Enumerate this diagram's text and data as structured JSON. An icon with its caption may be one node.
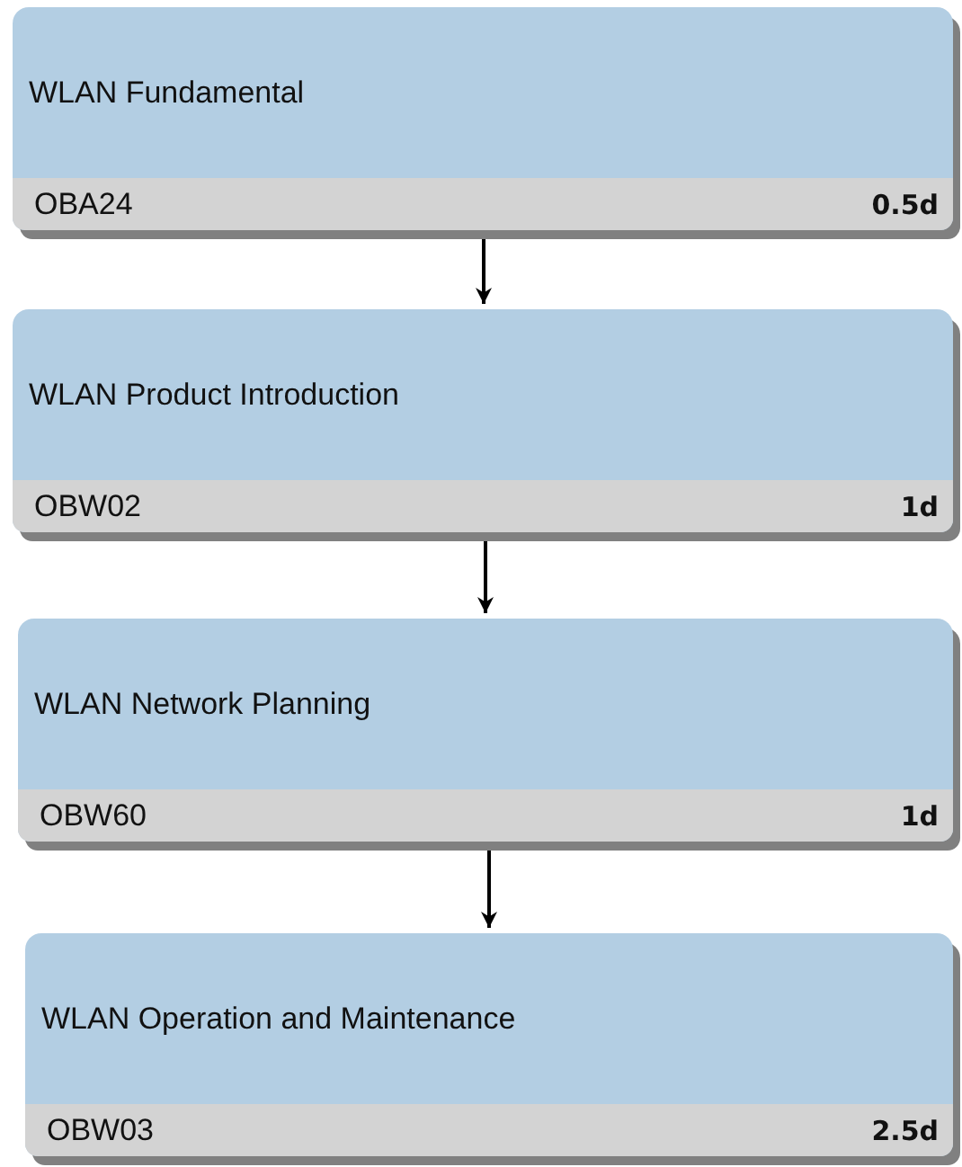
{
  "diagram": {
    "nodes": [
      {
        "text": [
          "WLAN Fundamental",
          "OBA24",
          "0.5d"
        ]
      },
      {
        "text": [
          "WLAN Product Introduction",
          "OBW02",
          "1d"
        ]
      },
      {
        "text": [
          "WLAN Network Planning",
          "OBW60",
          "1d"
        ]
      },
      {
        "text": [
          "WLAN Operation and Maintenance",
          "OBW03",
          "2.5d"
        ]
      }
    ],
    "edges": [
      {
        "from": 0,
        "to": 1,
        "arrow": "to"
      },
      {
        "from": 1,
        "to": 2,
        "arrow": "to"
      },
      {
        "from": 2,
        "to": 3,
        "arrow": "to"
      }
    ]
  }
}
